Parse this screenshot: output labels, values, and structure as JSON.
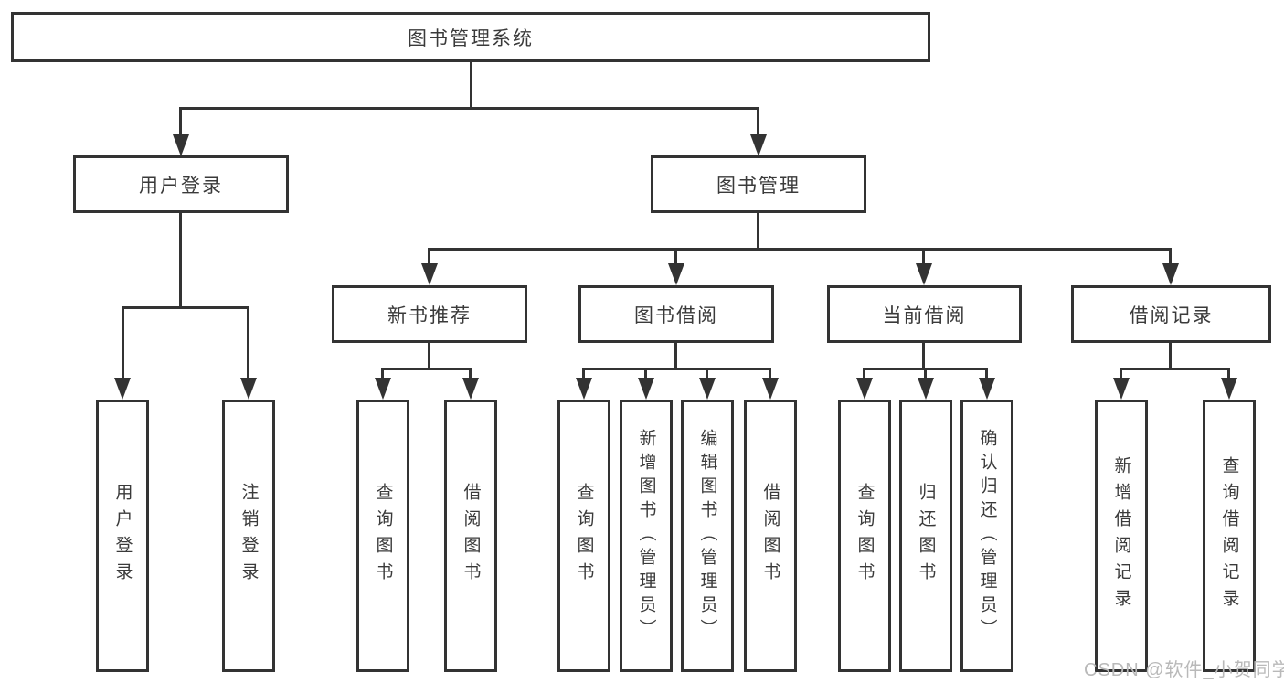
{
  "tree": {
    "root": {
      "label": "图书管理系统",
      "children": [
        {
          "label": "用户登录",
          "children": [
            {
              "label": "用户登录"
            },
            {
              "label": "注销登录"
            }
          ]
        },
        {
          "label": "图书管理",
          "children": [
            {
              "label": "新书推荐",
              "children": [
                {
                  "label": "查询图书"
                },
                {
                  "label": "借阅图书"
                }
              ]
            },
            {
              "label": "图书借阅",
              "children": [
                {
                  "label": "查询图书"
                },
                {
                  "label": "新增图书（管理员）"
                },
                {
                  "label": "编辑图书（管理员）"
                },
                {
                  "label": "借阅图书"
                }
              ]
            },
            {
              "label": "当前借阅",
              "children": [
                {
                  "label": "查询图书"
                },
                {
                  "label": "归还图书"
                },
                {
                  "label": "确认归还（管理员）"
                }
              ]
            },
            {
              "label": "借阅记录",
              "children": [
                {
                  "label": "新增借阅记录"
                },
                {
                  "label": "查询借阅记录"
                }
              ]
            }
          ]
        }
      ]
    }
  },
  "watermark": {
    "text": "CSDN @软件_小贺同学"
  },
  "colors": {
    "line": "#333333",
    "text": "#3a3a3a",
    "watermark": "#b9b9b9",
    "background": "#ffffff"
  }
}
